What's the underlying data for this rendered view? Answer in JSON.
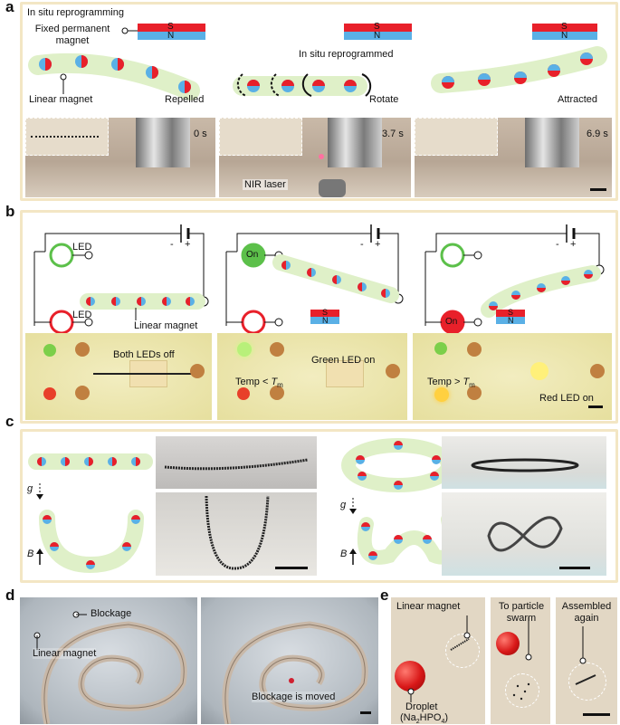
{
  "panel_a": {
    "letter": "a",
    "title": "In situ reprogramming",
    "fixed_magnet_label": "Fixed permanent magnet",
    "linear_magnet_label": "Linear magnet",
    "state_1": "Repelled",
    "state_2_title": "In situ reprogrammed",
    "state_2": "Rotate",
    "state_3": "Attracted",
    "magnet_s": "S",
    "magnet_n": "N",
    "times": [
      "0 s",
      "3.7 s",
      "6.9 s"
    ],
    "nir_label": "NIR laser"
  },
  "panel_b": {
    "letter": "b",
    "led_label": "LED",
    "minus": "-",
    "plus": "+",
    "linear_magnet_label": "Linear magnet",
    "on_label": "On",
    "magnet_s": "S",
    "magnet_n": "N",
    "photo_labels": [
      "Both LEDs off",
      "Green LED on",
      "Red LED on"
    ],
    "temp_lt": "Temp < ",
    "temp_gt": "Temp > ",
    "tm": "T",
    "tm_sub": "m"
  },
  "panel_c": {
    "letter": "c",
    "g_label": "g",
    "b_label": "B"
  },
  "panel_d": {
    "letter": "d",
    "blockage_label": "Blockage",
    "linear_magnet_label": "Linear magnet",
    "moved_label": "Blockage is moved"
  },
  "panel_e": {
    "letter": "e",
    "linear_magnet_label": "Linear magnet",
    "droplet_label": "Droplet",
    "droplet_formula": "(Na",
    "droplet_formula_sub1": "2",
    "droplet_formula_mid": "HPO",
    "droplet_formula_sub2": "4",
    "droplet_formula_end": ")",
    "swarm_label": "To particle swarm",
    "assembled_label": "Assembled again"
  },
  "colors": {
    "frame": "#f3e6c4",
    "magnet_red": "#e8202a",
    "magnet_blue": "#5ab0e6",
    "body_green": "#dff0c8",
    "led_green": "#5cc04a",
    "led_red": "#e8202a"
  }
}
